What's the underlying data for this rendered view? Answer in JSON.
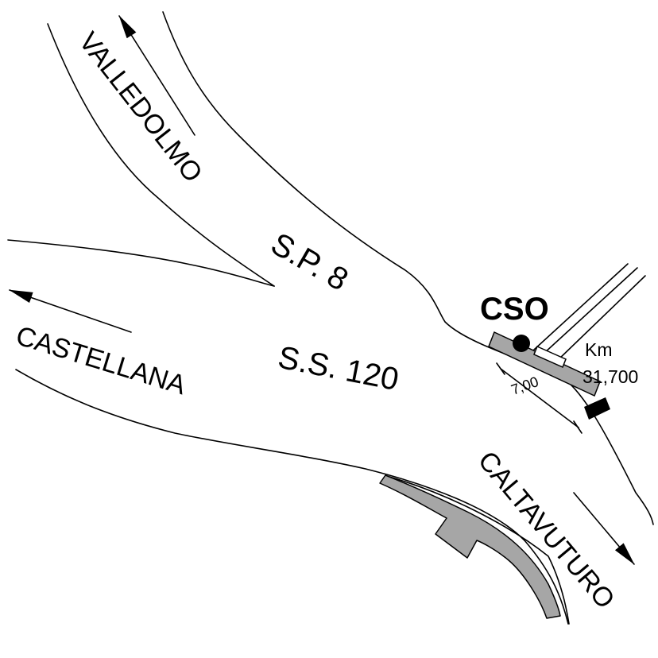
{
  "map": {
    "roads": {
      "provincial": "S.P. 8",
      "state": "S.S. 120"
    },
    "destinations": {
      "north": "VALLEDOLMO",
      "west": "CASTELLANA",
      "southeast": "CALTAVUTURO"
    },
    "site": {
      "name": "CSO",
      "kilometer_label": "Km",
      "kilometer_value": "31,700",
      "dimension": "7,00"
    },
    "colors": {
      "line": "#000000",
      "structure_fill": "#a6a6a6",
      "background": "#ffffff"
    }
  }
}
